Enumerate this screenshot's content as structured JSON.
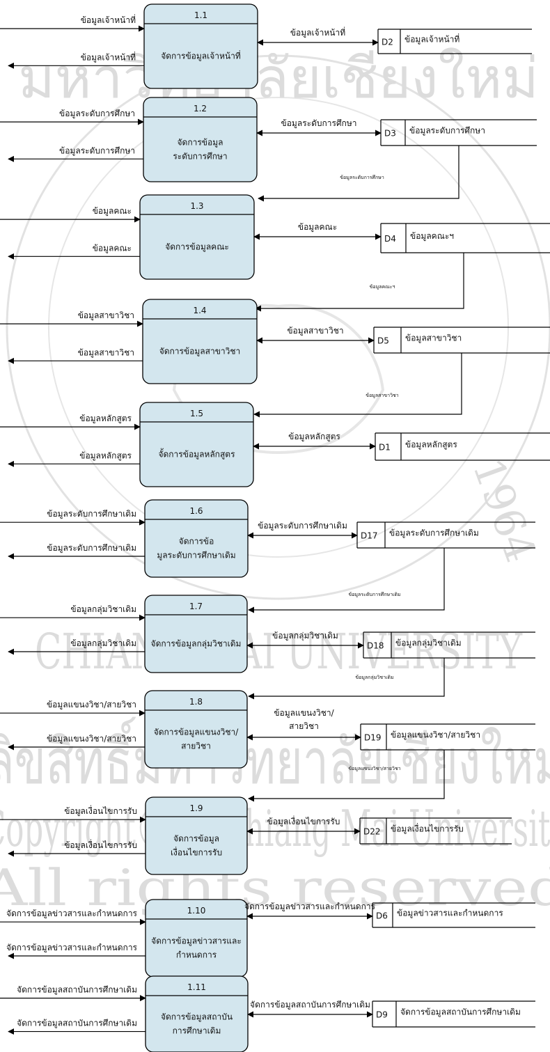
{
  "watermark": {
    "line1": "ลิขสิทธิ์มหาวิทยาลัยเชียงใหม่",
    "line2": "Copyright© by Chiang Mai University",
    "line3": "All rights reserved",
    "seal_top": "มหาวิทยาลัยเชียงใหม่",
    "seal_ring": "CHIANG MAI UNIVERSITY",
    "seal_year": "1964"
  },
  "processes": [
    {
      "id": "1.1",
      "lines": [
        "จัดการข้อมูลเจ้าหน้าที่"
      ],
      "ext_in": "ข้อมูลเจ้าหน้าที่",
      "ext_out": "ข้อมูลเจ้าหน้าที่",
      "flow": "ข้อมูลเจ้าหน้าที่",
      "store_id": "D2",
      "store_name": "ข้อมูลเจ้าหน้าที่",
      "return_label": ""
    },
    {
      "id": "1.2",
      "lines": [
        "จัดการข้อมูล",
        "ระดับการศึกษา"
      ],
      "ext_in": "ข้อมูลระดับการศึกษา",
      "ext_out": "ข้อมูลระดับการศึกษา",
      "flow": "ข้อมูลระดับการศึกษา",
      "store_id": "D3",
      "store_name": "ข้อมูลระดับการศึกษา",
      "return_label": "ข้อมูลระดับการศึกษา"
    },
    {
      "id": "1.3",
      "lines": [
        "จัดการข้อมูลคณะ"
      ],
      "ext_in": "ข้อมูลคณะ",
      "ext_out": "ข้อมูลคณะ",
      "flow": "ข้อมูลคณะ",
      "store_id": "D4",
      "store_name": "ข้อมูลคณะฯ",
      "return_label": "ข้อมูลคณะฯ"
    },
    {
      "id": "1.4",
      "lines": [
        "จัดการข้อมูลสาขาวิชา"
      ],
      "ext_in": "ข้อมูลสาขาวิชา",
      "ext_out": "ข้อมูลสาขาวิชา",
      "flow": "ข้อมูลสาขาวิชา",
      "store_id": "D5",
      "store_name": "ข้อมูลสาขาวิชา",
      "return_label": "ข้อมูลสาขาวิชา"
    },
    {
      "id": "1.5",
      "lines": [
        "จั้ดการข้อมูลหลักสูตร"
      ],
      "ext_in": "ข้อมูลหลักสูตร",
      "ext_out": "ข้อมูลหลักสูตร",
      "flow": "ข้อมูลหลักสูตร",
      "store_id": "D1",
      "store_name": "ข้อมูลหลักสูตร",
      "return_label": ""
    },
    {
      "id": "1.6",
      "lines": [
        "จัดการข้อ",
        "มูลระดับการศึกษาเดิม"
      ],
      "ext_in": "ข้อมูลระดับการศึกษาเดิม",
      "ext_out": "ข้อมูลระดับการศึกษาเดิม",
      "flow": "ข้อมูลระดับการศึกษาเดิม",
      "store_id": "D17",
      "store_name": "ข้อมูลระดับการศึกษาเดิม",
      "return_label": "ข้อมูลระดับการศึกษาเดิม"
    },
    {
      "id": "1.7",
      "lines": [
        "จัดการข้อมูลกลุ่มวิชาเดิม"
      ],
      "ext_in": "ข้อมูลกลุ่มวิชาเดิม",
      "ext_out": "ข้อมูลกลุ่มวิชาเดิม",
      "flow": "ข้อมูลกลุ่มวิชาเดิม",
      "store_id": "D18",
      "store_name": "ข้อมูลกลุ่มวิชาเดิม",
      "return_label": "ข้อมูลกลุ่มวิชาเดิม"
    },
    {
      "id": "1.8",
      "lines": [
        "จัดการข้อมูลแขนงวิชา/",
        "สายวิชา"
      ],
      "ext_in": "ข้อมูลแขนงวิชา/สายวิชา",
      "ext_out": "ข้อมูลแขนงวิชา/สายวิชา",
      "flow": "ข้อมูลแขนงวิชา/",
      "flow2": "สายวิชา",
      "store_id": "D19",
      "store_name": "ข้อมูลแขนงวิชา/สายวิชา",
      "return_label": "ข้อมูลแขนงวิชา/สายวิชา"
    },
    {
      "id": "1.9",
      "lines": [
        "จัดการข้อมูล",
        "เงื่อนไขการรับ"
      ],
      "ext_in": "ข้อมูลเงื่อนไขการรับ",
      "ext_out": "ข้อมูลเงื่อนไขการรับ",
      "flow": "ข้อมูลเงื่อนไขการรับ",
      "store_id": "D22",
      "store_name": "ข้อมูลเงื่อนไขการรับ",
      "return_label": ""
    },
    {
      "id": "1.10",
      "lines": [
        "จัดการข้อมูลข่าวสารและ",
        "กำหนดการ"
      ],
      "ext_in": "จัดการข้อมูลข่าวสารและกำหนดการ",
      "ext_out": "จัดการข้อมูลข่าวสารและกำหนดการ",
      "flow": "จัดการข้อมูลข่าวสารและกำหนดการ",
      "store_id": "D6",
      "store_name": "ข้อมูลข่าวสารและกำหนดการ",
      "return_label": ""
    },
    {
      "id": "1.11",
      "lines": [
        "จัดการข้อมูลสถาบัน",
        "การศึกษาเดิม"
      ],
      "ext_in": "จัดการข้อมูลสถาบันการศึกษาเดิม",
      "ext_out": "จัดการข้อมูลสถาบันการศึกษาเดิม",
      "flow": "จัดการข้อมูลสถาบันการศึกษาเดิม",
      "store_id": "D9",
      "store_name": "จัดการข้อมูลสถาบันการศึกษาเดิม",
      "return_label": ""
    }
  ]
}
